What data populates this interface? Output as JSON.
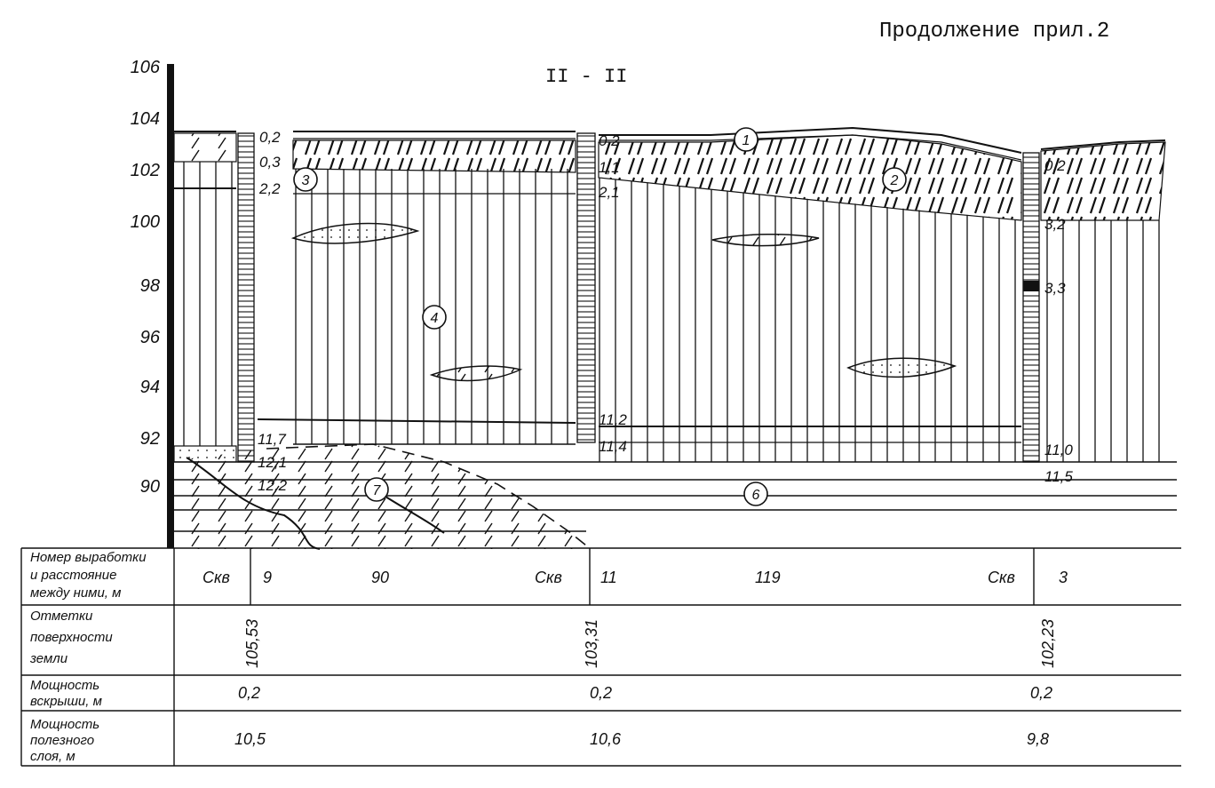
{
  "header": "Продолжение прил.2",
  "section_title": "II - II",
  "elevation_ticks": [
    "106",
    "104",
    "102",
    "100",
    "98",
    "96",
    "94",
    "92",
    "90"
  ],
  "boreholes": [
    {
      "depth_labels": [
        "0,2",
        "0,3",
        "2,2",
        "11,7",
        "12,1",
        "12,2"
      ]
    },
    {
      "depth_labels": [
        "0,2",
        "1,1",
        "2,1",
        "11,2",
        "11,4"
      ]
    },
    {
      "depth_labels": [
        "0,2",
        "3,2",
        "3,3",
        "11,0",
        "11,5"
      ]
    }
  ],
  "layer_markers": [
    "1",
    "2",
    "3",
    "4",
    "6",
    "7"
  ],
  "table": {
    "row_labels": [
      "Номер выработки и расстояние между ними, м",
      "Отметки поверхности земли",
      "Мощность вскрыши, м",
      "Мощность полезного слоя, м"
    ],
    "well_row": [
      "Скв",
      "9",
      "90",
      "Скв",
      "11",
      "119",
      "Скв",
      "3"
    ],
    "surface_elevations": [
      "105,53",
      "103,31",
      "102,23"
    ],
    "overburden": [
      "0,2",
      "0,2",
      "0,2"
    ],
    "useful_layer": [
      "10,5",
      "10,6",
      "9,8"
    ]
  }
}
